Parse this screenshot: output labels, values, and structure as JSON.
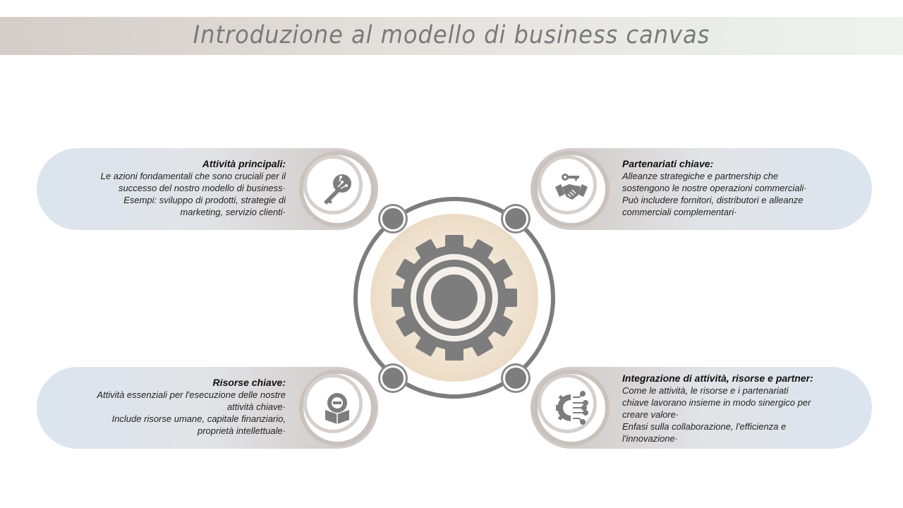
{
  "header": {
    "title": "Introduzione al modello di business canvas"
  },
  "cards": [
    {
      "title": "Attività principali:",
      "lines": [
        "Le azioni fondamentali che sono cruciali per il",
        "successo del nostro modello di business·",
        "Esempi: sviluppo di prodotti, strategie di",
        "marketing, servizio clienti·"
      ],
      "icon": "digital-key-icon"
    },
    {
      "title": "Partenariati chiave:",
      "lines": [
        "Alleanze strategiche e partnership che",
        "sostengono le nostre operazioni commerciali·",
        "Può includere fornitori, distributori e alleanze",
        "commerciali complementari·"
      ],
      "icon": "handshake-key-icon"
    },
    {
      "title": "Risorse chiave:",
      "lines": [
        "Attività essenziali per l'esecuzione delle nostre",
        "attività chiave·",
        "Include risorse umane, capitale finanziario,",
        "proprietà intellettuale·"
      ],
      "icon": "gear-box-icon"
    },
    {
      "title": "Integrazione di attività, risorse e partner:",
      "lines": [
        "Come le attività, le risorse e i partenariati",
        "chiave lavorano insieme in modo sinergico per",
        "creare valore·",
        "Enfasi sulla collaborazione, l'efficienza e",
        "l'innovazione·"
      ],
      "icon": "gear-circuit-icon"
    }
  ],
  "colors": {
    "accent_gray": "#7d7d7d",
    "beige": "#efe0cc"
  }
}
